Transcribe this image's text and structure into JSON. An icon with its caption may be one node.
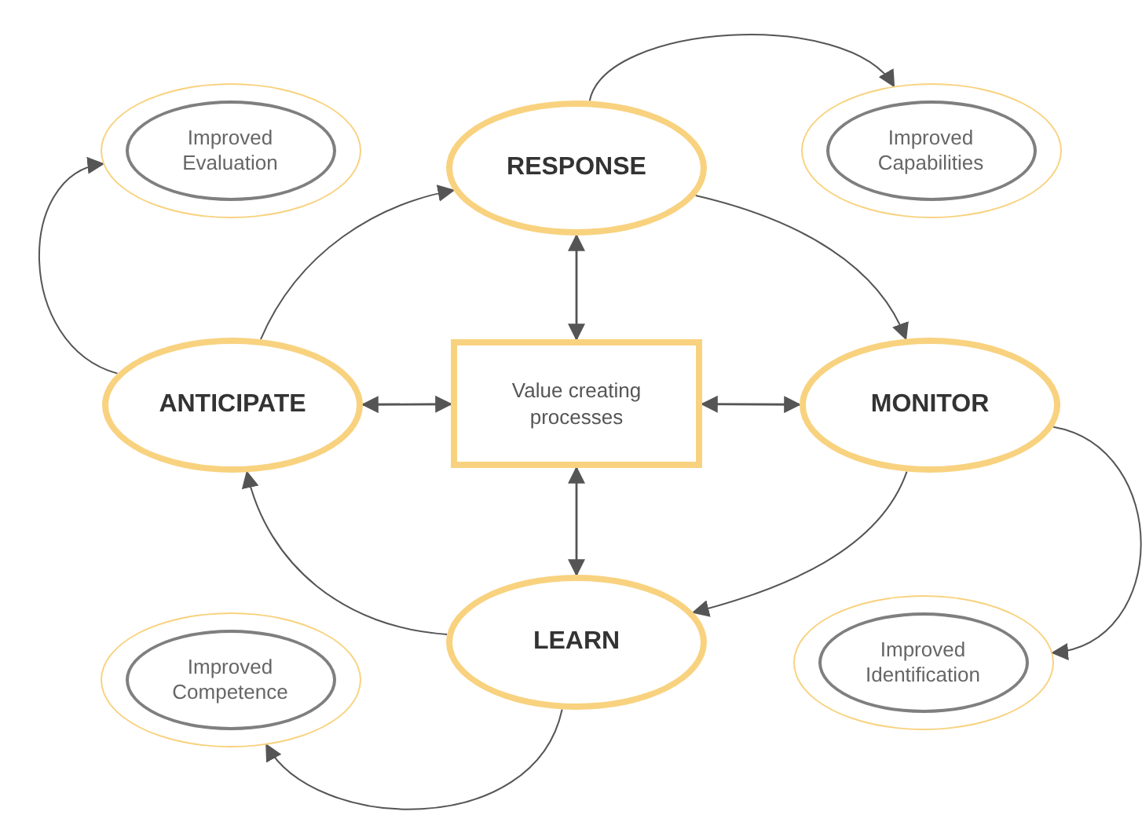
{
  "diagram": {
    "nodes": [
      {
        "text": [],
        "shape": "circle"
      },
      {
        "text": [
          "Improved Evaluation"
        ],
        "in": 0
      },
      {
        "text": [
          "RESPONSE"
        ]
      },
      {
        "text": [],
        "shape": "circle"
      },
      {
        "text": [
          "Improved Capabilities"
        ],
        "in": 3
      },
      {
        "text": [
          "ANTICIPATE"
        ]
      },
      {
        "text": [
          "Value creating processes"
        ]
      },
      {
        "text": [
          "MONITOR"
        ]
      },
      {
        "text": [
          "LEARN"
        ]
      },
      {
        "text": [],
        "shape": "circle"
      },
      {
        "text": [
          "Improved Competence"
        ],
        "in": 9
      },
      {
        "text": [],
        "shape": "circle"
      },
      {
        "text": [
          "Improved Identification"
        ],
        "in": 11
      }
    ],
    "edges": [
      {
        "from": 5,
        "to": 0,
        "arrow": "to"
      },
      {
        "from": 5,
        "to": 2,
        "arrow": "to"
      },
      {
        "from": 2,
        "to": 3,
        "arrow": "to"
      },
      {
        "from": 2,
        "to": 7,
        "arrow": "to"
      },
      {
        "from": 7,
        "to": 11,
        "arrow": "to"
      },
      {
        "from": 7,
        "to": 8,
        "arrow": "to"
      },
      {
        "from": 8,
        "to": 5,
        "arrow": "to"
      },
      {
        "from": 8,
        "to": 9,
        "arrow": "to"
      },
      {
        "from": 6,
        "to": 2,
        "arrow": "both"
      },
      {
        "from": 6,
        "to": 5,
        "arrow": "both"
      },
      {
        "from": 6,
        "to": 7,
        "arrow": "both"
      },
      {
        "from": 6,
        "to": 8,
        "arrow": "both"
      }
    ]
  }
}
